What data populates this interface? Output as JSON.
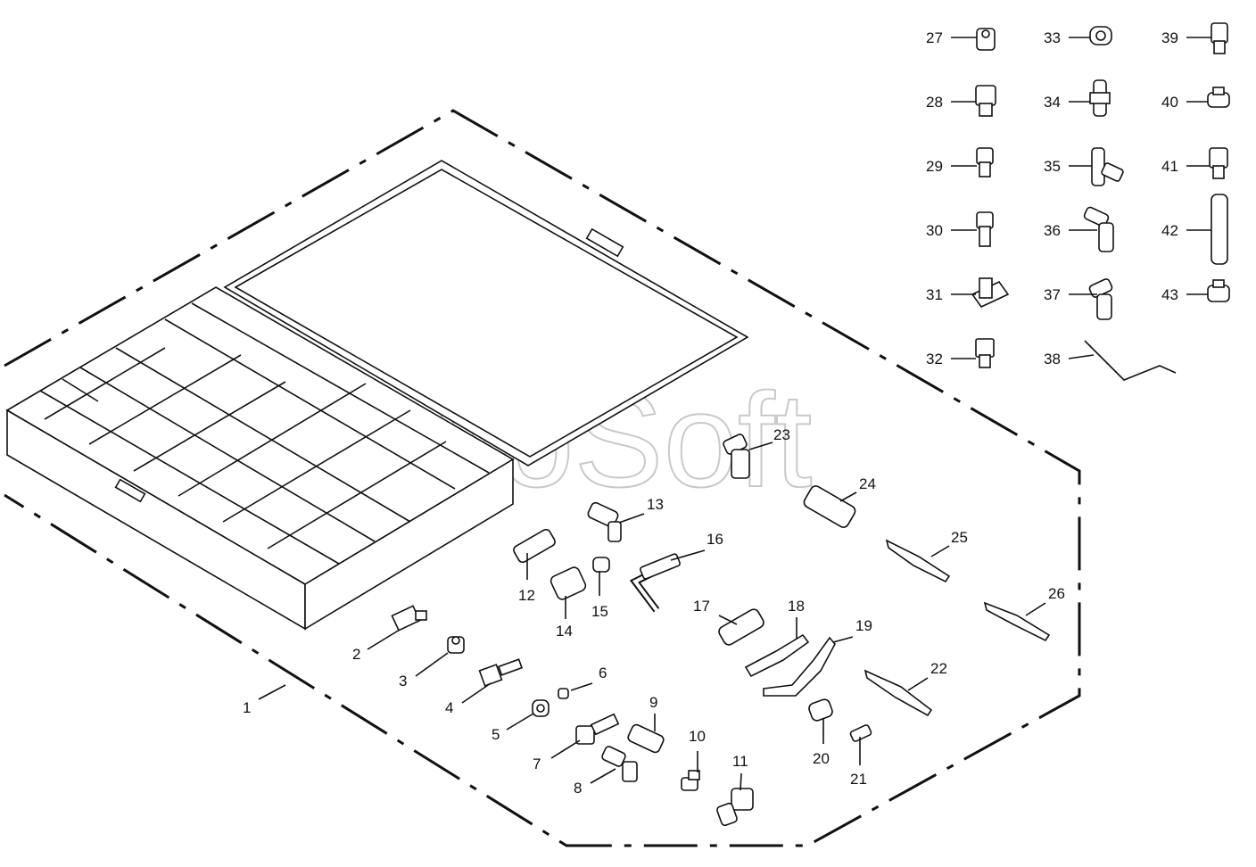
{
  "watermark": "AutoSoft",
  "callouts": [
    "1",
    "2",
    "3",
    "4",
    "5",
    "6",
    "7",
    "8",
    "9",
    "10",
    "11",
    "12",
    "13",
    "14",
    "15",
    "16",
    "17",
    "18",
    "19",
    "20",
    "21",
    "22",
    "23",
    "24",
    "25",
    "26",
    "27",
    "28",
    "29",
    "30",
    "31",
    "32",
    "33",
    "34",
    "35",
    "36",
    "37",
    "38",
    "39",
    "40",
    "41",
    "42",
    "43"
  ],
  "colors": {
    "line": "#111111",
    "background": "#ffffff",
    "watermark": "#c9c9c9"
  }
}
